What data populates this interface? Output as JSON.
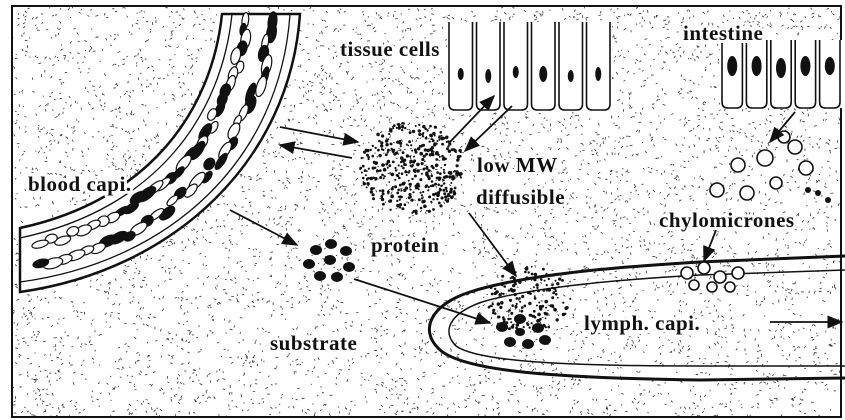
{
  "labels": {
    "tissue_cells": "tissue  cells",
    "intestine": "intestine",
    "blood_capillary": "blood capi.",
    "low_mw": "low  MW",
    "diffusible": "diffusible",
    "chylomicrones": "chylomicrones",
    "protein": "protein",
    "substrate": "substrate",
    "lymph_capillary": "lymph.  capi."
  },
  "colors": {
    "ink": "#111111",
    "paper": "#ffffff"
  }
}
